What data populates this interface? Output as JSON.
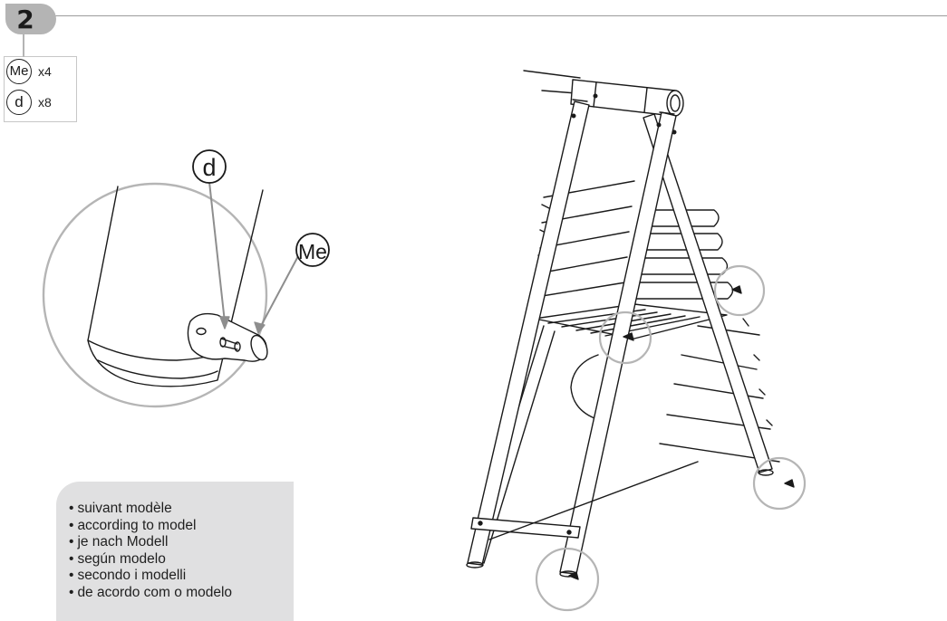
{
  "step": {
    "number": "2"
  },
  "parts": [
    {
      "code": "Me",
      "quantity": "x4"
    },
    {
      "code": "d",
      "quantity": "x8"
    }
  ],
  "detail_callouts": {
    "bolt": "d",
    "cap": "Me"
  },
  "notes": [
    "suivant modèle",
    "according to model",
    "je nach Modell",
    "según modelo",
    "secondo i modelli",
    "de acordo com o modelo"
  ],
  "colors": {
    "badge": "#b4b4b4",
    "note_background": "#e0e0e1",
    "highlight_circle": "#b5b5b5"
  },
  "icons": [
    "step-badge-icon",
    "part-me-icon",
    "part-d-icon",
    "swing-frame-illustration",
    "detail-zoom-illustration"
  ]
}
